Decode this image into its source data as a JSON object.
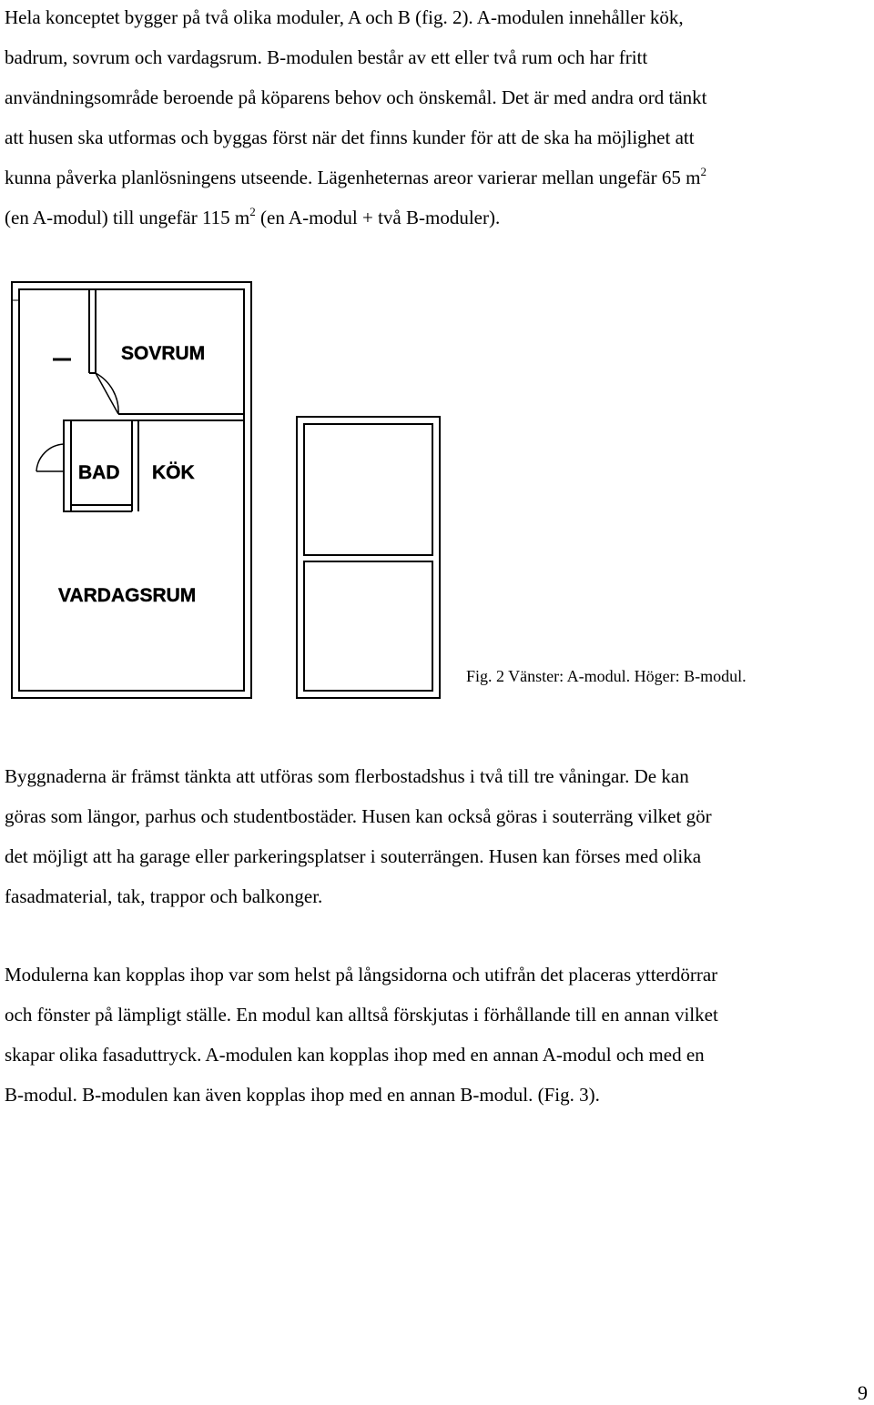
{
  "paragraph1": {
    "l1": "Hela konceptet bygger på två olika moduler, A och B (fig. 2). A-modulen innehåller kök,",
    "l2": "badrum, sovrum och vardagsrum. B-modulen består av ett eller två rum och har fritt",
    "l3": "användningsområde beroende på köparens behov och önskemål. Det är med andra ord tänkt",
    "l4": "att husen ska utformas och byggas först när det finns kunder för att de ska ha möjlighet att",
    "l5": "kunna påverka planlösningens utseende. Lägenheternas areor varierar mellan ungefär 65 m",
    "l5_sup": "2",
    "l6a": "(en A-modul) till ungefär 115 m",
    "l6_sup": "2",
    "l6b": " (en A-modul + två B-moduler)."
  },
  "figure": {
    "a_module": {
      "room_sovrum": "SOVRUM",
      "room_bad": "BAD",
      "room_kok": "KÖK",
      "room_vardagsrum": "VARDAGSRUM"
    },
    "caption": "Fig. 2 Vänster: A-modul. Höger: B-modul."
  },
  "paragraph2": {
    "l1": "Byggnaderna är främst tänkta att utföras som flerbostadshus i två till tre våningar. De kan",
    "l2": "göras som längor, parhus och studentbostäder. Husen kan också göras i souterräng vilket gör",
    "l3": "det möjligt att ha garage eller parkeringsplatser i souterrängen. Husen kan förses med olika",
    "l4": "fasadmaterial, tak, trappor och balkonger."
  },
  "paragraph3": {
    "l1": "Modulerna kan kopplas ihop var som helst på långsidorna och utifrån det placeras ytterdörrar",
    "l2": "och fönster på lämpligt ställe. En modul kan alltså förskjutas i förhållande till en annan vilket",
    "l3": "skapar olika fasaduttryck. A-modulen kan kopplas ihop med en annan A-modul och med en",
    "l4": "B-modul. B-modulen kan även kopplas ihop med en annan B-modul. (Fig. 3)."
  },
  "page_number": "9"
}
